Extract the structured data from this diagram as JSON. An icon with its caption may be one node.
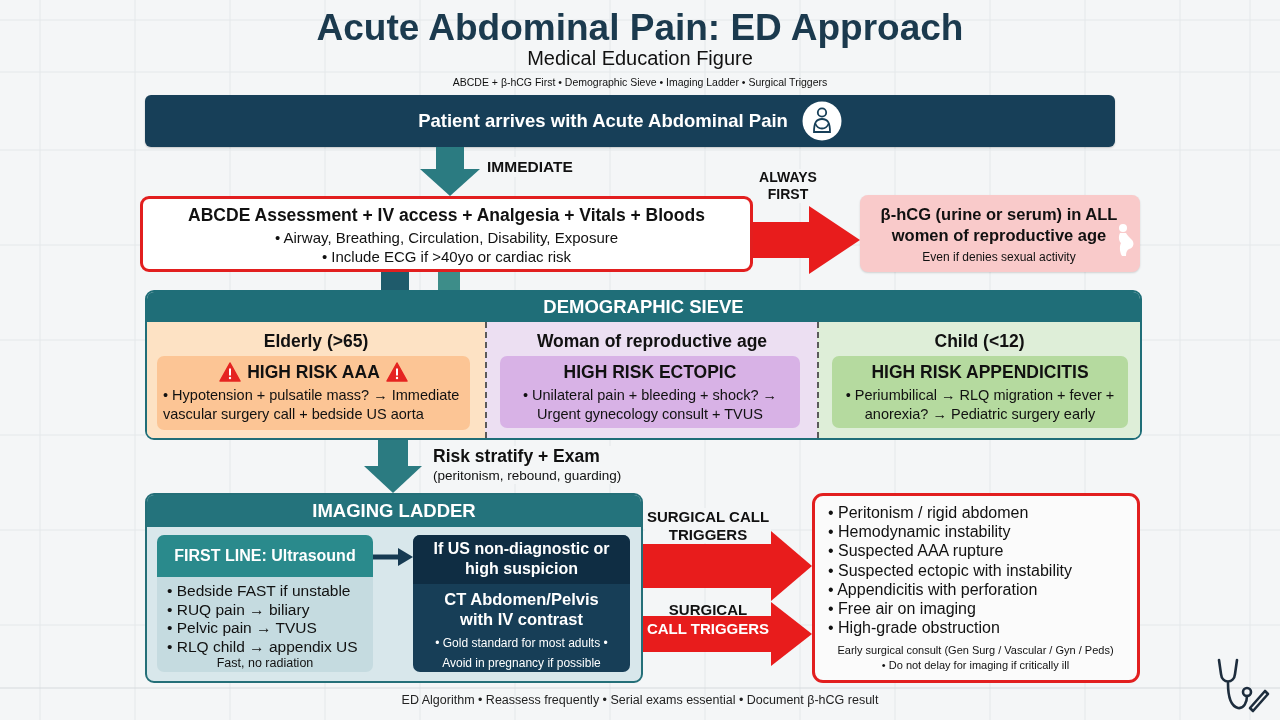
{
  "diagram": {
    "title": "Acute Abdominal Pain: ED Approach",
    "caption": "ED Algorithm • Reassess frequently • Serial exams essential • Document β-hCG result",
    "nodes": [
      {
        "text": [
          "Patient arrives with Acute Abdominal Pain"
        ]
      },
      {
        "text": [
          "ABCDE Assessment + IV access + Analgesia + Vitals + Bloods",
          "• Airway, Breathing, Circulation, Disability, Exposure",
          "• Include ECG if >40yo or cardiac risk"
        ]
      },
      {
        "text": [
          "β-hCG (urine or serum) in ALL women of reproductive age",
          "Even if denies sexual activity"
        ]
      },
      {
        "text": [
          "DEMOGRAPHIC SIEVE"
        ]
      },
      {
        "text": [
          "Elderly (>65)"
        ],
        "in": 3
      },
      {
        "text": [
          "HIGH RISK AAA",
          "• Hypotension + pulsatile mass? → Immediate vascular surgery call + bedside US aorta"
        ],
        "in": 4
      },
      {
        "text": [
          "Woman of reproductive age"
        ],
        "in": 3
      },
      {
        "text": [
          "HIGH RISK ECTOPIC",
          "• Unilateral pain + bleeding + shock? → Urgent gynecology consult + TVUS"
        ],
        "in": 6
      },
      {
        "text": [
          "Child (<12)"
        ],
        "in": 3
      },
      {
        "text": [
          "HIGH RISK APPENDICITIS",
          "• Periumbilical → RLQ migration + fever + anorexia? → Pediatric surgery early"
        ],
        "in": 8
      },
      {
        "text": [
          "IMAGING LADDER"
        ]
      },
      {
        "text": [
          "FIRST LINE: Ultrasound",
          "• Bedside FAST if unstable",
          "• RUQ pain → biliary",
          "• Pelvic pain → TVUS",
          "• RLQ child → appendix US",
          "Fast, no radiation"
        ],
        "in": 10
      },
      {
        "text": [
          "If US non-diagnostic or high suspicion",
          "CT Abdomen/Pelvis with IV contrast",
          "• Gold standard for most adults •",
          "Avoid in pregnancy if possible"
        ],
        "in": 10
      },
      {
        "text": [
          "• Peritonism / rigid abdomen",
          "• Hemodynamic instability",
          "• Suspected AAA rupture",
          "• Suspected ectopic with instability",
          "• Appendicitis with perforation",
          "• Free air on imaging",
          "• High-grade obstruction",
          "Early surgical consult (Gen Surg / Vascular / Gyn / Peds)",
          "• Do not delay for imaging if critically ill"
        ]
      }
    ],
    "edges": [
      {
        "from": 0,
        "to": 1,
        "arrow": "to",
        "label": "IMMEDIATE",
        "color": "#2b7b81"
      },
      {
        "from": 1,
        "to": 2,
        "arrow": "to",
        "label": "ALWAYS FIRST"
      },
      {
        "from": 1,
        "to": 3,
        "arrow": "none",
        "color": "#1f5b6b"
      },
      {
        "from": 1,
        "to": 3,
        "arrow": "none",
        "color": "#3d8d89"
      },
      {
        "from": 3,
        "to": 10,
        "arrow": "to",
        "label": "**Risk stratify + Exam** (peritonism, rebound, guarding)",
        "color": "#2b7b81"
      },
      {
        "from": 11,
        "to": 12,
        "arrow": "to",
        "color": "#163a52"
      },
      {
        "from": 10,
        "to": 13,
        "arrow": "to",
        "label": "SURGICAL CALL TRIGGERS"
      },
      {
        "from": 10,
        "to": 13,
        "arrow": "to",
        "label": "SURGICAL CALL TRIGGERS"
      }
    ],
    "labels": [
      "Medical Education Figure",
      "ABCDE + β-hCG First • Demographic Sieve • Imaging Ladder • Surgical Triggers"
    ]
  }
}
